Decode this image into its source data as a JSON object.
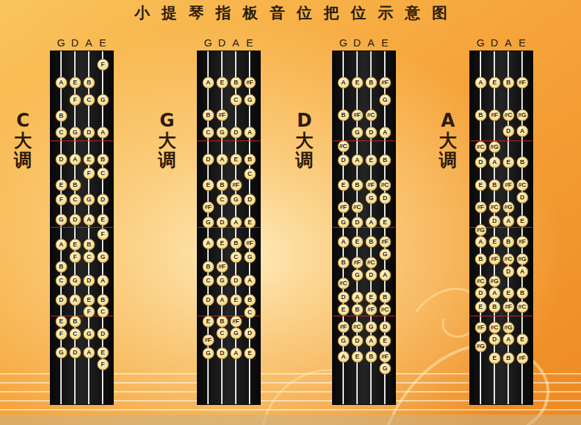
{
  "diagram": {
    "title": "小提琴指板音位把位示意图",
    "nodes": [
      {
        "text": [
          "G",
          "D",
          "A",
          "E"
        ]
      },
      {
        "text": [
          "F"
        ],
        "in": 0
      },
      {
        "text": [
          "A"
        ],
        "in": 0
      },
      {
        "text": [
          "E"
        ],
        "in": 0
      },
      {
        "text": [
          "B"
        ],
        "in": 0
      },
      {
        "text": [
          "F"
        ],
        "in": 0
      },
      {
        "text": [
          "C"
        ],
        "in": 0
      },
      {
        "text": [
          "G"
        ],
        "in": 0
      },
      {
        "text": [
          "B"
        ],
        "in": 0
      },
      {
        "text": [
          "C"
        ],
        "in": 0
      },
      {
        "text": [
          "G"
        ],
        "in": 0
      },
      {
        "text": [
          "D"
        ],
        "in": 0
      },
      {
        "text": [
          "A"
        ],
        "in": 0
      },
      {
        "text": [
          "D"
        ],
        "in": 0
      },
      {
        "text": [
          "A"
        ],
        "in": 0
      },
      {
        "text": [
          "E"
        ],
        "in": 0
      },
      {
        "text": [
          "B"
        ],
        "in": 0
      },
      {
        "text": [
          "F"
        ],
        "in": 0
      },
      {
        "text": [
          "C"
        ],
        "in": 0
      },
      {
        "text": [
          "E"
        ],
        "in": 0
      },
      {
        "text": [
          "B"
        ],
        "in": 0
      },
      {
        "text": [
          "F"
        ],
        "in": 0
      },
      {
        "text": [
          "C"
        ],
        "in": 0
      },
      {
        "text": [
          "G"
        ],
        "in": 0
      },
      {
        "text": [
          "D"
        ],
        "in": 0
      },
      {
        "text": [
          "G"
        ],
        "in": 0
      },
      {
        "text": [
          "D"
        ],
        "in": 0
      },
      {
        "text": [
          "A"
        ],
        "in": 0
      },
      {
        "text": [
          "E"
        ],
        "in": 0
      },
      {
        "text": [
          "F"
        ],
        "in": 0
      },
      {
        "text": [
          "A"
        ],
        "in": 0
      },
      {
        "text": [
          "E"
        ],
        "in": 0
      },
      {
        "text": [
          "B"
        ],
        "in": 0
      },
      {
        "text": [
          "F"
        ],
        "in": 0
      },
      {
        "text": [
          "C"
        ],
        "in": 0
      },
      {
        "text": [
          "G"
        ],
        "in": 0
      },
      {
        "text": [
          "B"
        ],
        "in": 0
      },
      {
        "text": [
          "C"
        ],
        "in": 0
      },
      {
        "text": [
          "G"
        ],
        "in": 0
      },
      {
        "text": [
          "D"
        ],
        "in": 0
      },
      {
        "text": [
          "A"
        ],
        "in": 0
      },
      {
        "text": [
          "D"
        ],
        "in": 0
      },
      {
        "text": [
          "A"
        ],
        "in": 0
      },
      {
        "text": [
          "E"
        ],
        "in": 0
      },
      {
        "text": [
          "B"
        ],
        "in": 0
      },
      {
        "text": [
          "F"
        ],
        "in": 0
      },
      {
        "text": [
          "C"
        ],
        "in": 0
      },
      {
        "text": [
          "E"
        ],
        "in": 0
      },
      {
        "text": [
          "B"
        ],
        "in": 0
      },
      {
        "text": [
          "F"
        ],
        "in": 0
      },
      {
        "text": [
          "C"
        ],
        "in": 0
      },
      {
        "text": [
          "G"
        ],
        "in": 0
      },
      {
        "text": [
          "D"
        ],
        "in": 0
      },
      {
        "text": [
          "G"
        ],
        "in": 0
      },
      {
        "text": [
          "D"
        ],
        "in": 0
      },
      {
        "text": [
          "A"
        ],
        "in": 0
      },
      {
        "text": [
          "E"
        ],
        "in": 0
      },
      {
        "text": [
          "F"
        ],
        "in": 0
      },
      {
        "text": [
          "G",
          "D",
          "A",
          "E"
        ]
      },
      {
        "text": [
          "A"
        ],
        "in": 58
      },
      {
        "text": [
          "E"
        ],
        "in": 58
      },
      {
        "text": [
          "B"
        ],
        "in": 58
      },
      {
        "text": [
          "#F"
        ],
        "in": 58
      },
      {
        "text": [
          "C"
        ],
        "in": 58
      },
      {
        "text": [
          "G"
        ],
        "in": 58
      },
      {
        "text": [
          "B"
        ],
        "in": 58
      },
      {
        "text": [
          "#F"
        ],
        "in": 58
      },
      {
        "text": [
          "C"
        ],
        "in": 58
      },
      {
        "text": [
          "G"
        ],
        "in": 58
      },
      {
        "text": [
          "D"
        ],
        "in": 58
      },
      {
        "text": [
          "A"
        ],
        "in": 58
      },
      {
        "text": [
          "D"
        ],
        "in": 58
      },
      {
        "text": [
          "A"
        ],
        "in": 58
      },
      {
        "text": [
          "E"
        ],
        "in": 58
      },
      {
        "text": [
          "B"
        ],
        "in": 58
      },
      {
        "text": [
          "C"
        ],
        "in": 58
      },
      {
        "text": [
          "E"
        ],
        "in": 58
      },
      {
        "text": [
          "B"
        ],
        "in": 58
      },
      {
        "text": [
          "#F"
        ],
        "in": 58
      },
      {
        "text": [
          "C"
        ],
        "in": 58
      },
      {
        "text": [
          "G"
        ],
        "in": 58
      },
      {
        "text": [
          "D"
        ],
        "in": 58
      },
      {
        "text": [
          "#F"
        ],
        "in": 58
      },
      {
        "text": [
          "G"
        ],
        "in": 58
      },
      {
        "text": [
          "D"
        ],
        "in": 58
      },
      {
        "text": [
          "A"
        ],
        "in": 58
      },
      {
        "text": [
          "E"
        ],
        "in": 58
      },
      {
        "text": [
          "A"
        ],
        "in": 58
      },
      {
        "text": [
          "E"
        ],
        "in": 58
      },
      {
        "text": [
          "B"
        ],
        "in": 58
      },
      {
        "text": [
          "#F"
        ],
        "in": 58
      },
      {
        "text": [
          "C"
        ],
        "in": 58
      },
      {
        "text": [
          "G"
        ],
        "in": 58
      },
      {
        "text": [
          "B"
        ],
        "in": 58
      },
      {
        "text": [
          "#F"
        ],
        "in": 58
      },
      {
        "text": [
          "C"
        ],
        "in": 58
      },
      {
        "text": [
          "G"
        ],
        "in": 58
      },
      {
        "text": [
          "D"
        ],
        "in": 58
      },
      {
        "text": [
          "A"
        ],
        "in": 58
      },
      {
        "text": [
          "D"
        ],
        "in": 58
      },
      {
        "text": [
          "A"
        ],
        "in": 58
      },
      {
        "text": [
          "E"
        ],
        "in": 58
      },
      {
        "text": [
          "B"
        ],
        "in": 58
      },
      {
        "text": [
          "C"
        ],
        "in": 58
      },
      {
        "text": [
          "E"
        ],
        "in": 58
      },
      {
        "text": [
          "B"
        ],
        "in": 58
      },
      {
        "text": [
          "#F"
        ],
        "in": 58
      },
      {
        "text": [
          "C"
        ],
        "in": 58
      },
      {
        "text": [
          "G"
        ],
        "in": 58
      },
      {
        "text": [
          "D"
        ],
        "in": 58
      },
      {
        "text": [
          "#F"
        ],
        "in": 58
      },
      {
        "text": [
          "G"
        ],
        "in": 58
      },
      {
        "text": [
          "D"
        ],
        "in": 58
      },
      {
        "text": [
          "A"
        ],
        "in": 58
      },
      {
        "text": [
          "E"
        ],
        "in": 58
      },
      {
        "text": [
          "G",
          "D",
          "A",
          "E"
        ]
      },
      {
        "text": [
          "A"
        ],
        "in": 115
      },
      {
        "text": [
          "E"
        ],
        "in": 115
      },
      {
        "text": [
          "B"
        ],
        "in": 115
      },
      {
        "text": [
          "#F"
        ],
        "in": 115
      },
      {
        "text": [
          "G"
        ],
        "in": 115
      },
      {
        "text": [
          "B"
        ],
        "in": 115
      },
      {
        "text": [
          "#F"
        ],
        "in": 115
      },
      {
        "text": [
          "#C"
        ],
        "in": 115
      },
      {
        "text": [
          "G"
        ],
        "in": 115
      },
      {
        "text": [
          "D"
        ],
        "in": 115
      },
      {
        "text": [
          "A"
        ],
        "in": 115
      },
      {
        "text": [
          "#C"
        ],
        "in": 115
      },
      {
        "text": [
          "D"
        ],
        "in": 115
      },
      {
        "text": [
          "A"
        ],
        "in": 115
      },
      {
        "text": [
          "E"
        ],
        "in": 115
      },
      {
        "text": [
          "B"
        ],
        "in": 115
      },
      {
        "text": [
          "E"
        ],
        "in": 115
      },
      {
        "text": [
          "B"
        ],
        "in": 115
      },
      {
        "text": [
          "#F"
        ],
        "in": 115
      },
      {
        "text": [
          "#C"
        ],
        "in": 115
      },
      {
        "text": [
          "G"
        ],
        "in": 115
      },
      {
        "text": [
          "D"
        ],
        "in": 115
      },
      {
        "text": [
          "#F"
        ],
        "in": 115
      },
      {
        "text": [
          "#C"
        ],
        "in": 115
      },
      {
        "text": [
          "G"
        ],
        "in": 115
      },
      {
        "text": [
          "D"
        ],
        "in": 115
      },
      {
        "text": [
          "A"
        ],
        "in": 115
      },
      {
        "text": [
          "E"
        ],
        "in": 115
      },
      {
        "text": [
          "A"
        ],
        "in": 115
      },
      {
        "text": [
          "E"
        ],
        "in": 115
      },
      {
        "text": [
          "B"
        ],
        "in": 115
      },
      {
        "text": [
          "#F"
        ],
        "in": 115
      },
      {
        "text": [
          "G"
        ],
        "in": 115
      },
      {
        "text": [
          "B"
        ],
        "in": 115
      },
      {
        "text": [
          "#F"
        ],
        "in": 115
      },
      {
        "text": [
          "#C"
        ],
        "in": 115
      },
      {
        "text": [
          "G"
        ],
        "in": 115
      },
      {
        "text": [
          "D"
        ],
        "in": 115
      },
      {
        "text": [
          "A"
        ],
        "in": 115
      },
      {
        "text": [
          "#C"
        ],
        "in": 115
      },
      {
        "text": [
          "D"
        ],
        "in": 115
      },
      {
        "text": [
          "A"
        ],
        "in": 115
      },
      {
        "text": [
          "E"
        ],
        "in": 115
      },
      {
        "text": [
          "B"
        ],
        "in": 115
      },
      {
        "text": [
          "E"
        ],
        "in": 115
      },
      {
        "text": [
          "B"
        ],
        "in": 115
      },
      {
        "text": [
          "#F"
        ],
        "in": 115
      },
      {
        "text": [
          "#C"
        ],
        "in": 115
      },
      {
        "text": [
          "#F"
        ],
        "in": 115
      },
      {
        "text": [
          "#C"
        ],
        "in": 115
      },
      {
        "text": [
          "G"
        ],
        "in": 115
      },
      {
        "text": [
          "D"
        ],
        "in": 115
      },
      {
        "text": [
          "G"
        ],
        "in": 115
      },
      {
        "text": [
          "D"
        ],
        "in": 115
      },
      {
        "text": [
          "A"
        ],
        "in": 115
      },
      {
        "text": [
          "E"
        ],
        "in": 115
      },
      {
        "text": [
          "A"
        ],
        "in": 115
      },
      {
        "text": [
          "E"
        ],
        "in": 115
      },
      {
        "text": [
          "B"
        ],
        "in": 115
      },
      {
        "text": [
          "#F"
        ],
        "in": 115
      },
      {
        "text": [
          "G"
        ],
        "in": 115
      },
      {
        "text": [
          "G",
          "D",
          "A",
          "E"
        ]
      },
      {
        "text": [
          "A"
        ],
        "in": 177
      },
      {
        "text": [
          "E"
        ],
        "in": 177
      },
      {
        "text": [
          "B"
        ],
        "in": 177
      },
      {
        "text": [
          "#F"
        ],
        "in": 177
      },
      {
        "text": [
          "B"
        ],
        "in": 177
      },
      {
        "text": [
          "#F"
        ],
        "in": 177
      },
      {
        "text": [
          "#C"
        ],
        "in": 177
      },
      {
        "text": [
          "#G"
        ],
        "in": 177
      },
      {
        "text": [
          "D"
        ],
        "in": 177
      },
      {
        "text": [
          "A"
        ],
        "in": 177
      },
      {
        "text": [
          "#C"
        ],
        "in": 177
      },
      {
        "text": [
          "#G"
        ],
        "in": 177
      },
      {
        "text": [
          "D"
        ],
        "in": 177
      },
      {
        "text": [
          "A"
        ],
        "in": 177
      },
      {
        "text": [
          "E"
        ],
        "in": 177
      },
      {
        "text": [
          "B"
        ],
        "in": 177
      },
      {
        "text": [
          "E"
        ],
        "in": 177
      },
      {
        "text": [
          "B"
        ],
        "in": 177
      },
      {
        "text": [
          "#F"
        ],
        "in": 177
      },
      {
        "text": [
          "#C"
        ],
        "in": 177
      },
      {
        "text": [
          "D"
        ],
        "in": 177
      },
      {
        "text": [
          "#F"
        ],
        "in": 177
      },
      {
        "text": [
          "#C"
        ],
        "in": 177
      },
      {
        "text": [
          "#G"
        ],
        "in": 177
      },
      {
        "text": [
          "D"
        ],
        "in": 177
      },
      {
        "text": [
          "A"
        ],
        "in": 177
      },
      {
        "text": [
          "E"
        ],
        "in": 177
      },
      {
        "text": [
          "#G"
        ],
        "in": 177
      },
      {
        "text": [
          "A"
        ],
        "in": 177
      },
      {
        "text": [
          "E"
        ],
        "in": 177
      },
      {
        "text": [
          "B"
        ],
        "in": 177
      },
      {
        "text": [
          "#F"
        ],
        "in": 177
      },
      {
        "text": [
          "B"
        ],
        "in": 177
      },
      {
        "text": [
          "#F"
        ],
        "in": 177
      },
      {
        "text": [
          "#C"
        ],
        "in": 177
      },
      {
        "text": [
          "#G"
        ],
        "in": 177
      },
      {
        "text": [
          "D"
        ],
        "in": 177
      },
      {
        "text": [
          "A"
        ],
        "in": 177
      },
      {
        "text": [
          "#C"
        ],
        "in": 177
      },
      {
        "text": [
          "#G"
        ],
        "in": 177
      },
      {
        "text": [
          "D"
        ],
        "in": 177
      },
      {
        "text": [
          "A"
        ],
        "in": 177
      },
      {
        "text": [
          "E"
        ],
        "in": 177
      },
      {
        "text": [
          "B"
        ],
        "in": 177
      },
      {
        "text": [
          "E"
        ],
        "in": 177
      },
      {
        "text": [
          "B"
        ],
        "in": 177
      },
      {
        "text": [
          "#F"
        ],
        "in": 177
      },
      {
        "text": [
          "#C"
        ],
        "in": 177
      },
      {
        "text": [
          "#F"
        ],
        "in": 177
      },
      {
        "text": [
          "#C"
        ],
        "in": 177
      },
      {
        "text": [
          "#G"
        ],
        "in": 177
      },
      {
        "text": [
          "D"
        ],
        "in": 177
      },
      {
        "text": [
          "A"
        ],
        "in": 177
      },
      {
        "text": [
          "E"
        ],
        "in": 177
      },
      {
        "text": [
          "#G"
        ],
        "in": 177
      },
      {
        "text": [
          "E"
        ],
        "in": 177
      },
      {
        "text": [
          "B"
        ],
        "in": 177
      },
      {
        "text": [
          "#F"
        ],
        "in": 177
      }
    ],
    "labels": [
      "C大调",
      "G大调",
      "D大调",
      "A大调"
    ]
  }
}
